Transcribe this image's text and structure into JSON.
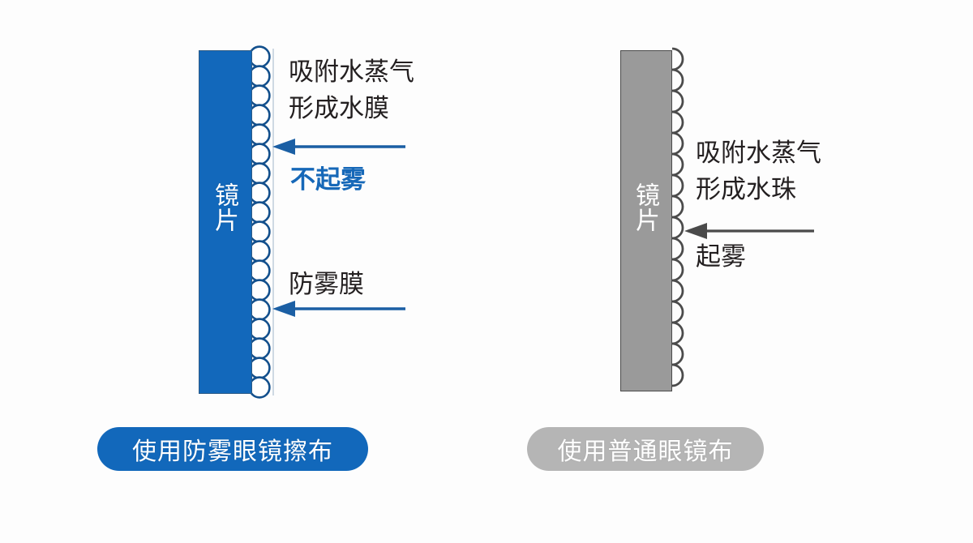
{
  "diagram": {
    "background_color": "#fdfdfd",
    "accent_blue": "#1268bb",
    "accent_gray": "#9a9a9a",
    "text_color": "#231f20"
  },
  "left_panel": {
    "name": "anti-fog-lens-panel",
    "lens": {
      "label": "镜片",
      "fill_color": "#1268bb",
      "coating_name": "bead-coating-layer"
    },
    "annotations": {
      "absorb_line1": "吸附水蒸气",
      "absorb_line2": "形成水膜",
      "result": "不起雾",
      "coating_label": "防雾膜"
    },
    "arrows": {
      "top_arrow_color": "#1b5fa4",
      "bottom_arrow_color": "#1b5fa4",
      "direction": "left"
    },
    "caption": "使用防雾眼镜擦布"
  },
  "right_panel": {
    "name": "plain-lens-panel",
    "lens": {
      "label": "镜片",
      "fill_color": "#9a9a9a",
      "coating_name": "droplet-scallop-layer"
    },
    "annotations": {
      "absorb_line1": "吸附水蒸气",
      "absorb_line2": "形成水珠",
      "result": "起雾"
    },
    "arrows": {
      "mid_arrow_color": "#4a4a4a",
      "direction": "left"
    },
    "caption": "使用普通眼镜布"
  }
}
